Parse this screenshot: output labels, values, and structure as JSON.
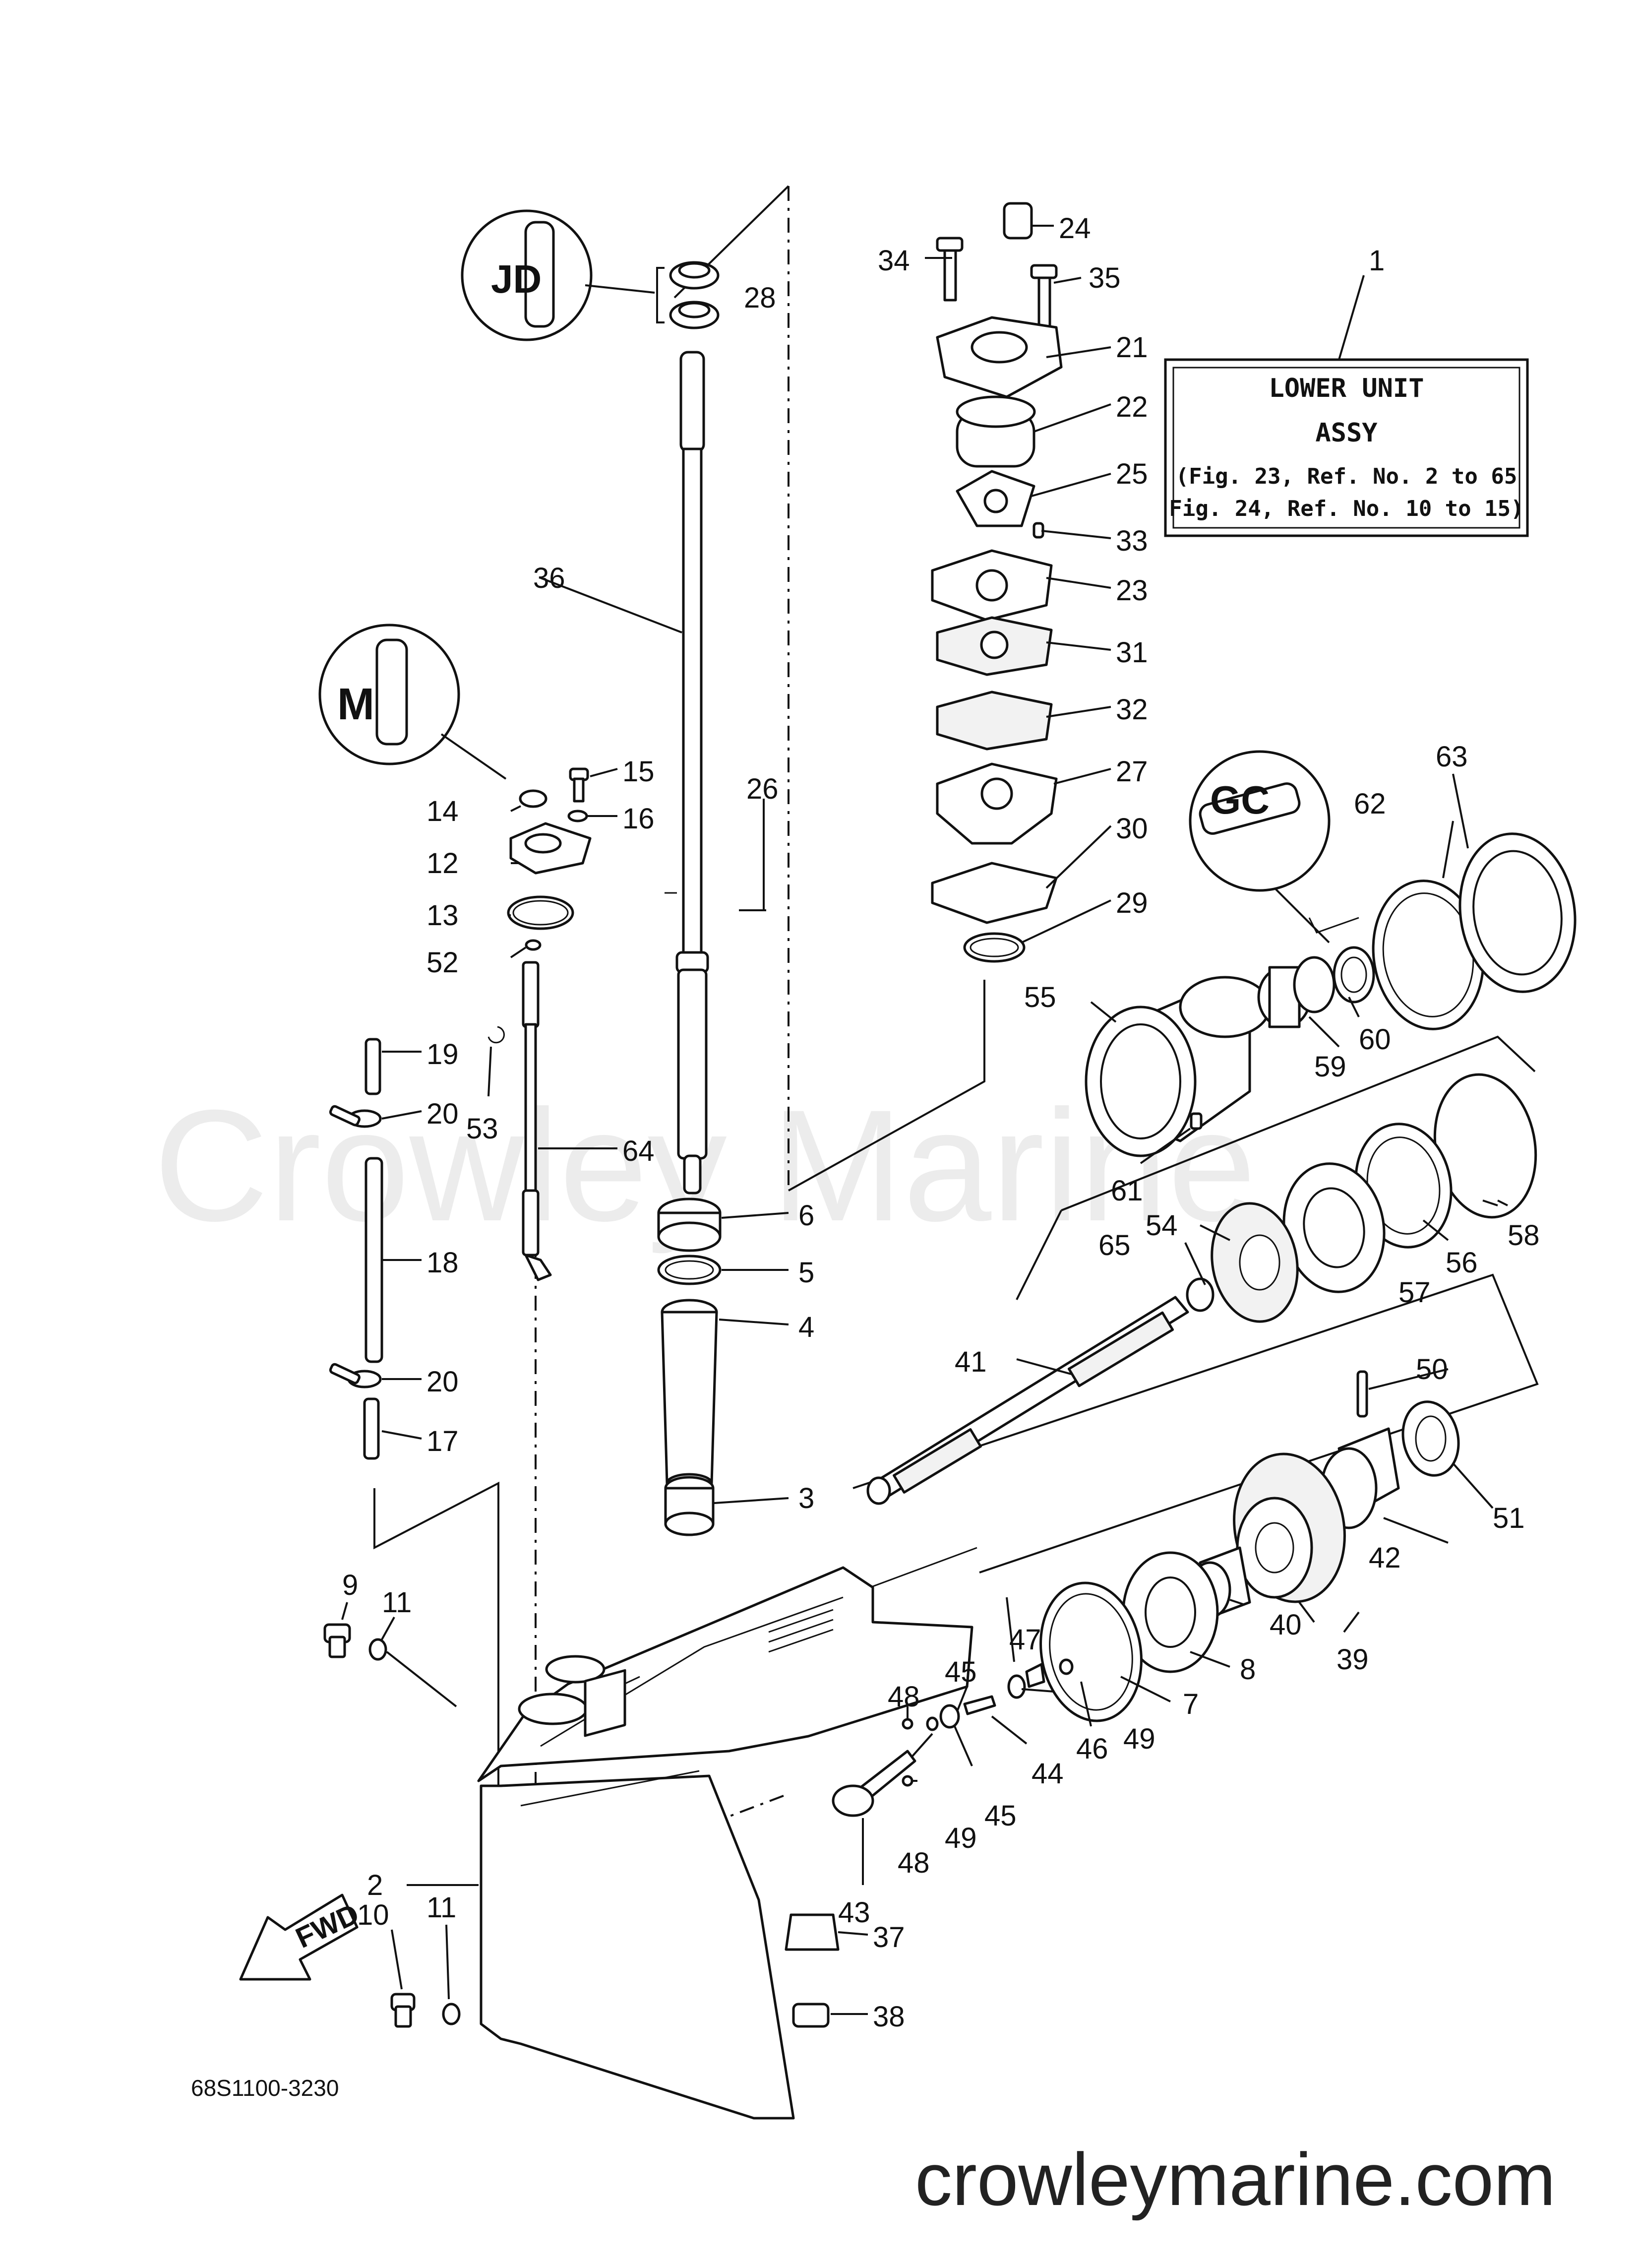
{
  "diagram": {
    "watermark": "Crowley Marine",
    "site_url": "crowleymarine.com",
    "doc_number": "68S1100-3230",
    "fwd_label": "FWD",
    "info_box": {
      "ref": "1",
      "line1": "LOWER UNIT",
      "line2": "ASSY",
      "line3": "(Fig. 23, Ref. No. 2 to 65",
      "line4": "Fig. 24, Ref. No. 10 to 15)"
    },
    "callouts": [
      "1",
      "2",
      "3",
      "4",
      "5",
      "6",
      "7",
      "8",
      "9",
      "10",
      "11",
      "11",
      "12",
      "13",
      "14",
      "15",
      "16",
      "17",
      "18",
      "19",
      "20",
      "20",
      "21",
      "22",
      "23",
      "24",
      "25",
      "26",
      "27",
      "28",
      "29",
      "30",
      "31",
      "32",
      "33",
      "34",
      "35",
      "36",
      "37",
      "38",
      "39",
      "40",
      "41",
      "42",
      "43",
      "44",
      "45",
      "45",
      "46",
      "47",
      "48",
      "48",
      "49",
      "49",
      "50",
      "51",
      "52",
      "53",
      "54",
      "55",
      "56",
      "57",
      "58",
      "59",
      "60",
      "61",
      "62",
      "63",
      "64",
      "65"
    ]
  }
}
